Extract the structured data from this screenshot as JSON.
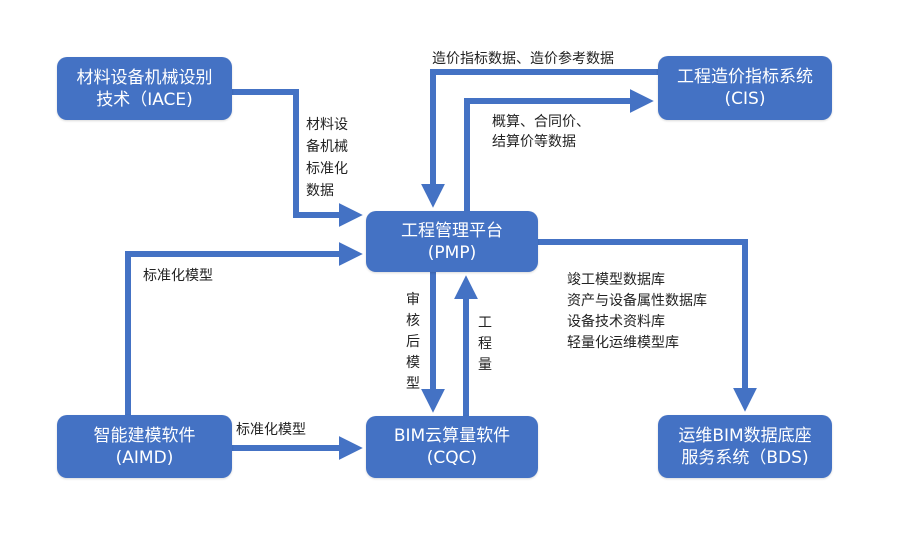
{
  "colors": {
    "node_fill": "#4472c4",
    "connector": "#4472c4",
    "node_text": "#ffffff",
    "label_text": "#222222"
  },
  "nodes": {
    "iace": {
      "line1": "材料设备机械设别",
      "line2": "技术（IACE)"
    },
    "cis": {
      "line1": "工程造价指标系统",
      "line2": "(CIS)"
    },
    "pmp": {
      "line1": "工程管理平台",
      "line2": "(PMP)"
    },
    "aimd": {
      "line1": "智能建模软件",
      "line2": "(AIMD)"
    },
    "cqc": {
      "line1": "BIM云算量软件",
      "line2": "(CQC)"
    },
    "bds": {
      "line1": "运维BIM数据底座",
      "line2": "服务系统（BDS)"
    }
  },
  "edges": {
    "cis_to_pmp": {
      "label": "造价指标数据、造价参考数据"
    },
    "pmp_to_cis": {
      "lines": [
        "概算、合同价、",
        "结算价等数据"
      ]
    },
    "iace_to_pmp": {
      "lines": [
        "材料设",
        "备机械",
        "标准化",
        "数据"
      ]
    },
    "aimd_to_pmp": {
      "label": "标准化模型"
    },
    "aimd_to_cqc": {
      "label": "标准化模型"
    },
    "pmp_to_cqc": {
      "chars": [
        "审",
        "核",
        "后",
        "模",
        "型"
      ]
    },
    "cqc_to_pmp": {
      "chars": [
        "工",
        "程",
        "量"
      ]
    },
    "pmp_to_bds": {
      "lines": [
        "竣工模型数据库",
        "资产与设备属性数据库",
        "设备技术资料库",
        "轻量化运维模型库"
      ]
    }
  }
}
